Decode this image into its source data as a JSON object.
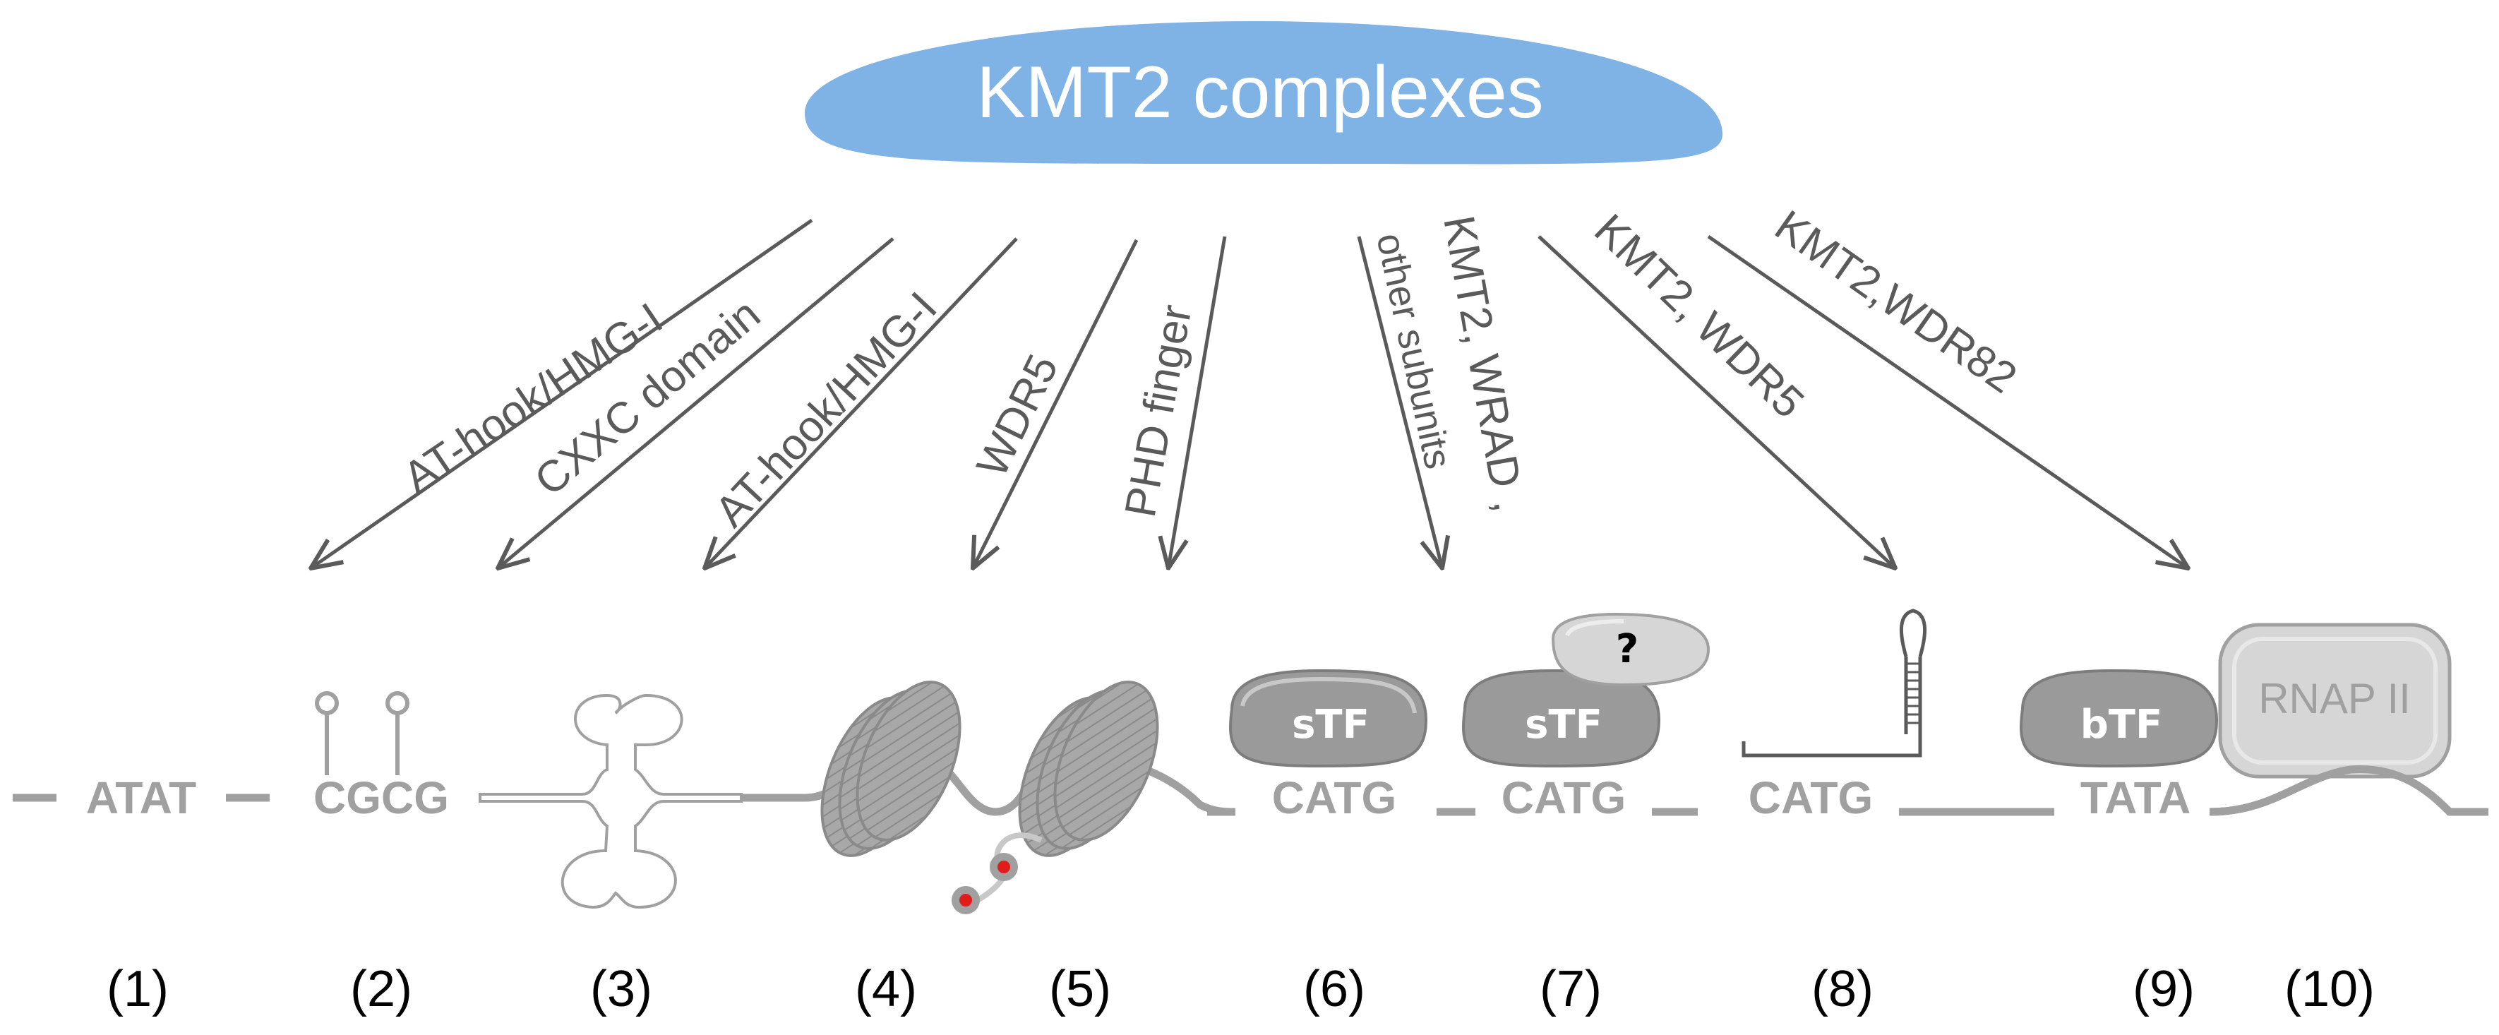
{
  "title": "KMT2 complexes",
  "arrow_labels": [
    "AT-hook/HMG-I",
    "CXXC domain",
    "AT-hook/HMG-I",
    "WDR5",
    "PHD finger",
    "KMT2, WRAD ,",
    "other subunits",
    "KMT2, WDR5",
    "KMT2,WDR82"
  ],
  "sequences": [
    "ATAT",
    "CGCG",
    "CATG",
    "CATG",
    "CATG",
    "TATA"
  ],
  "factors": {
    "stf1": "sTF",
    "stf2": "sTF",
    "btf": "bTF",
    "rnap": "RNAP II",
    "unknown": "?"
  },
  "numbers": [
    "(1)",
    "(2)",
    "(3)",
    "(4)",
    "(5)",
    "(6)",
    "(7)",
    "(8)",
    "(9)",
    "(10)"
  ],
  "colors": {
    "complex_fill": "#7fb2e5",
    "complex_text": "#ffffff",
    "arrow": "#5a5a5a",
    "dna": "#a0a0a0",
    "factor_fill": "#9a9a9a",
    "factor_light": "#d6d6d6",
    "methyl_dot": "#e21b1b",
    "number_text": "#000000"
  }
}
